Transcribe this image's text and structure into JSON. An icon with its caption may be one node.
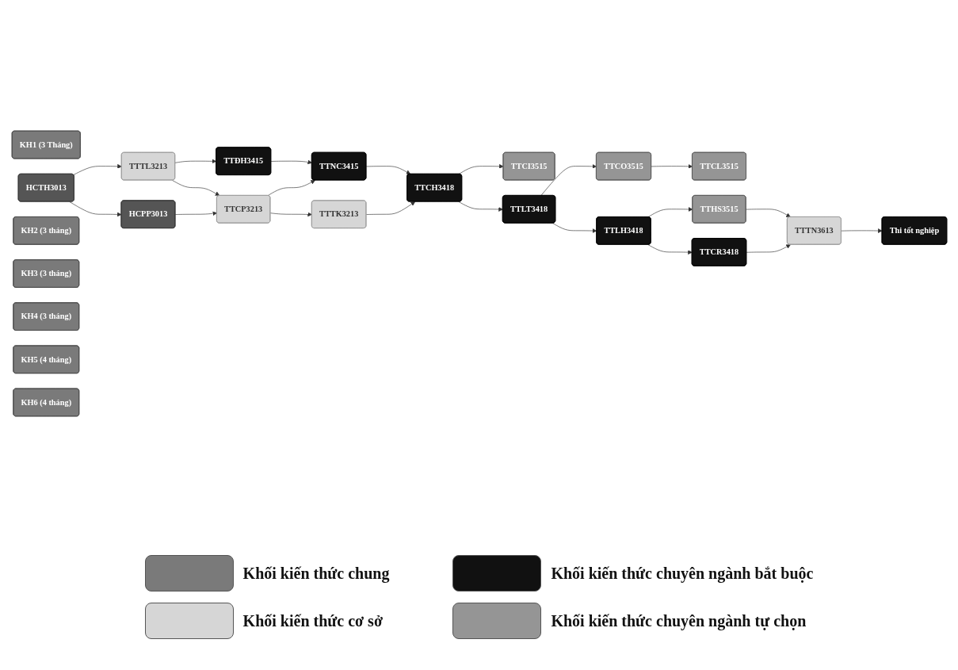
{
  "diagram": {
    "nodes": [
      {
        "text": [
          "KH1 (3 Tháng)"
        ]
      },
      {
        "text": [
          "HCTH3013"
        ]
      },
      {
        "text": [
          "TTTL3213"
        ]
      },
      {
        "text": [
          "TTĐH3415"
        ]
      },
      {
        "text": [
          "KH2 (3 tháng)"
        ]
      },
      {
        "text": [
          "HCPP3013"
        ]
      },
      {
        "text": [
          "TTCP3213"
        ]
      },
      {
        "text": [
          "TTNC3415"
        ]
      },
      {
        "text": [
          "KH3 (3 tháng)"
        ]
      },
      {
        "text": [
          "TTTK3213"
        ]
      },
      {
        "text": [
          "TTCH3418"
        ]
      },
      {
        "text": [
          "TTCI3515"
        ]
      },
      {
        "text": [
          "KH4 (3 tháng)"
        ]
      },
      {
        "text": [
          "TTLT3418"
        ]
      },
      {
        "text": [
          "TTCO3515"
        ]
      },
      {
        "text": [
          "TTCL3515"
        ]
      },
      {
        "text": [
          "KH5 (4 tháng)"
        ]
      },
      {
        "text": [
          "TTLH3418"
        ]
      },
      {
        "text": [
          "TTHS3515"
        ]
      },
      {
        "text": [
          "KH6 (4 tháng)"
        ]
      },
      {
        "text": [
          "TTCR3418"
        ]
      },
      {
        "text": [
          "TTTN3613"
        ]
      },
      {
        "text": [
          "Thi tốt nghiệp"
        ]
      }
    ],
    "edges": [
      {
        "from": 1,
        "to": 2,
        "arrow": "to"
      },
      {
        "from": 2,
        "to": 3,
        "arrow": "to"
      },
      {
        "from": 1,
        "to": 5,
        "arrow": "to"
      },
      {
        "from": 2,
        "to": 6,
        "arrow": "to"
      },
      {
        "from": 3,
        "to": 7,
        "arrow": "to"
      },
      {
        "from": 5,
        "to": 6,
        "arrow": "to"
      },
      {
        "from": 6,
        "to": 7,
        "arrow": "to"
      },
      {
        "from": 6,
        "to": 9,
        "arrow": "to"
      },
      {
        "from": 7,
        "to": 10,
        "arrow": "to"
      },
      {
        "from": 9,
        "to": 10,
        "arrow": "to"
      },
      {
        "from": 10,
        "to": 11,
        "arrow": "to"
      },
      {
        "from": 10,
        "to": 13,
        "arrow": "to"
      },
      {
        "from": 13,
        "to": 14,
        "arrow": "to"
      },
      {
        "from": 14,
        "to": 15,
        "arrow": "to"
      },
      {
        "from": 13,
        "to": 17,
        "arrow": "to"
      },
      {
        "from": 17,
        "to": 18,
        "arrow": "to"
      },
      {
        "from": 17,
        "to": 20,
        "arrow": "to"
      },
      {
        "from": 18,
        "to": 21,
        "arrow": "to"
      },
      {
        "from": 20,
        "to": 21,
        "arrow": "to"
      },
      {
        "from": 21,
        "to": 22,
        "arrow": "to"
      }
    ],
    "legend": [
      {
        "text": "Khối kiến thức chung",
        "color": "#7a7a7a"
      },
      {
        "text": "Khối kiến thức chuyên ngành bắt buộc",
        "color": "#111111"
      },
      {
        "text": "Khối kiến thức cơ sở",
        "color": "#d6d6d6"
      },
      {
        "text": "Khối kiến thức chuyên ngành tự chọn",
        "color": "#959595"
      }
    ]
  }
}
